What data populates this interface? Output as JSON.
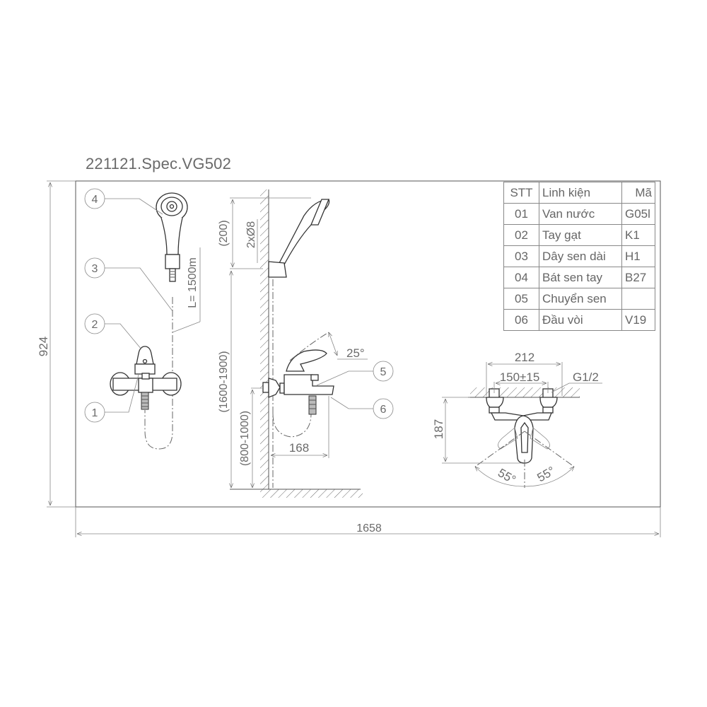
{
  "header": {
    "title": "221121.Spec.VG502"
  },
  "parts_table": {
    "columns": [
      "STT",
      "Linh kiện",
      "Mã"
    ],
    "rows": [
      {
        "stt": "01",
        "name": "Van nước",
        "code": "G05l"
      },
      {
        "stt": "02",
        "name": "Tay gạt",
        "code": "K1"
      },
      {
        "stt": "03",
        "name": "Dây sen dài",
        "code": "H1"
      },
      {
        "stt": "04",
        "name": "Bát sen tay",
        "code": "B27"
      },
      {
        "stt": "05",
        "name": "Chuyển sen",
        "code": ""
      },
      {
        "stt": "06",
        "name": "Đầu vòi",
        "code": "V19"
      }
    ]
  },
  "callouts": {
    "c1": "1",
    "c2": "2",
    "c3": "3",
    "c4": "4",
    "c5": "5",
    "c6": "6"
  },
  "dimensions": {
    "overall_height": "924",
    "overall_width": "1658",
    "hose_length": "L= 1500m",
    "holder_offset": "(200)",
    "holder_holes": "2xØ8",
    "shower_height": "(1600-1900)",
    "mixer_height": "(800-1000)",
    "spout_projection": "168",
    "lever_angle": "25°",
    "mixer_width": "212",
    "inlet_spacing": "150±15",
    "inlet_thread": "G1/2",
    "mixer_depth": "187",
    "swing_left": "55°",
    "swing_right": "55°"
  },
  "colors": {
    "line": "#555555",
    "text": "#6a6a6a",
    "background": "#ffffff"
  }
}
